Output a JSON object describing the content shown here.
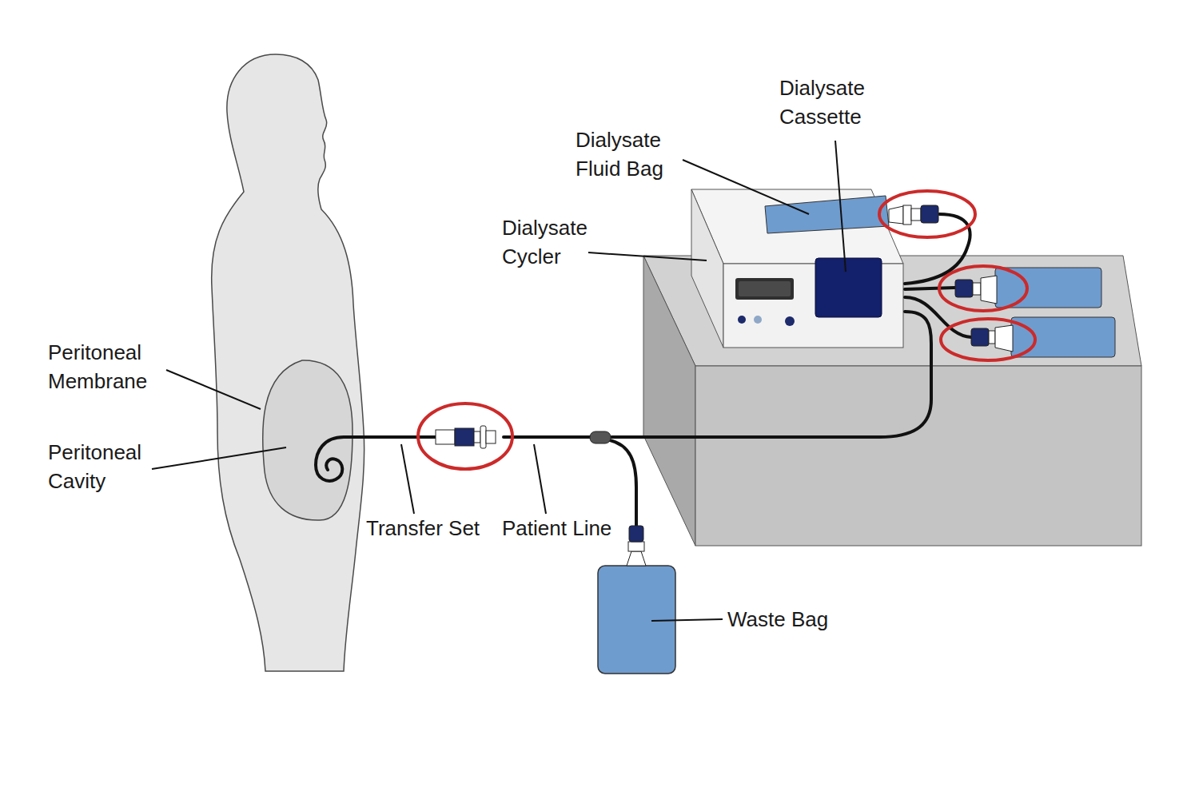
{
  "diagram": {
    "labels": [
      "Dialysate Cassette",
      "Dialysate Fluid Bag",
      "Dialysate Cycler",
      "Peritoneal Membrane",
      "Peritoneal Cavity",
      "Transfer Set",
      "Patient Line",
      "Waste Bag"
    ]
  }
}
